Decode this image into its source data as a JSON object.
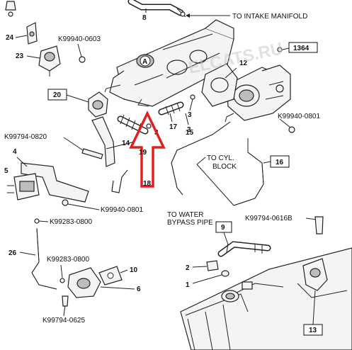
{
  "diagram": {
    "parts": {
      "p1": "1",
      "p2": "2",
      "p3a": "3",
      "p3b": "3",
      "p3c": "3",
      "p4": "4",
      "p5": "5",
      "p6": "6",
      "p8": "8",
      "p9": "9",
      "p10": "10",
      "p12": "12",
      "p13": "13",
      "p14": "14",
      "p15": "15",
      "p16": "16",
      "p17": "17",
      "p18": "18",
      "p19": "19",
      "p20": "20",
      "p23": "23",
      "p24": "24",
      "p26": "26",
      "p1364": "1364"
    },
    "codes": {
      "k0603": "K99940-0603",
      "k0801a": "K99940-0801",
      "k0801b": "K99940-0801",
      "k0820": "K99794-0820",
      "k0800a": "K99283-0800",
      "k0800b": "K99283-0800",
      "k0625": "K99794-0625",
      "k0616": "K99794-0616B"
    },
    "callouts": {
      "intake": "TO INTAKE MANIFOLD",
      "cyl1": "TO CYL.",
      "cyl2": "BLOCK",
      "water1": "TO WATER",
      "water2": "BYPASS PIPE"
    },
    "watermark": "ELCATS.RU",
    "marker": "A",
    "arrow_color": "#e0201e"
  }
}
